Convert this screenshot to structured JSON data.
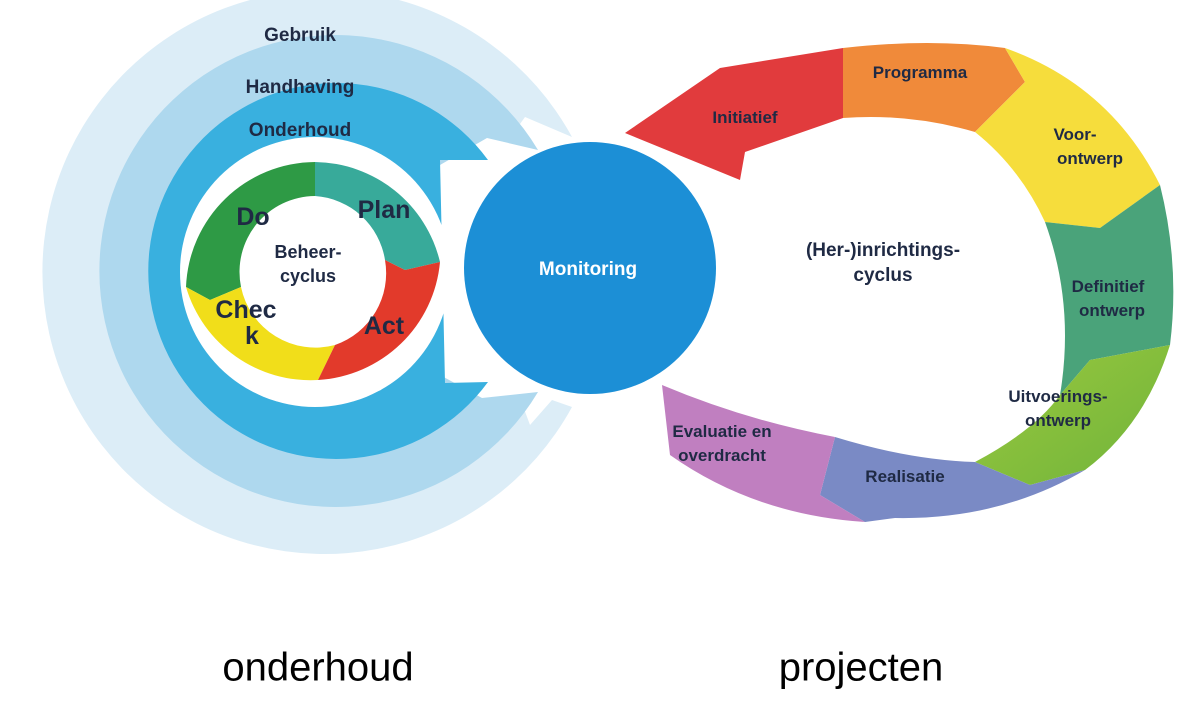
{
  "left_cycle": {
    "rings": [
      "Gebruik",
      "Handhaving",
      "Onderhoud"
    ],
    "quadrants": {
      "do": "Do",
      "plan": "Plan",
      "check_line1": "Chec",
      "check_line2": "k",
      "act": "Act"
    },
    "center_line1": "Beheer-",
    "center_line2": "cyclus"
  },
  "monitoring": "Monitoring",
  "right_cycle": {
    "center_line1": "(Her-)inrichtings-",
    "center_line2": "cyclus",
    "phases": {
      "initiatief": "Initiatief",
      "programma": "Programma",
      "voorontwerp_line1": "Voor-",
      "voorontwerp_line2": "ontwerp",
      "definitief_line1": "Definitief",
      "definitief_line2": "ontwerp",
      "uitvoering_line1": "Uitvoerings-",
      "uitvoering_line2": "ontwerp",
      "realisatie": "Realisatie",
      "evaluatie_line1": "Evaluatie en",
      "evaluatie_line2": "overdracht"
    }
  },
  "captions": {
    "left": "onderhoud",
    "right": "projecten"
  },
  "colors": {
    "ring_gebruik": "#dcedf7",
    "ring_handhaving": "#aed8ee",
    "ring_onderhoud": "#39b0df",
    "monitoring": "#1c8fd6",
    "do": "#2e9a45",
    "plan": "#38aa9a",
    "check": "#f1de1a",
    "act": "#e23a2b",
    "initiatief": "#e13b3d",
    "programma": "#f08a3a",
    "voorontwerp": "#f6dd3c",
    "definitief": "#4aa37a",
    "uitvoering": "#86bf3c",
    "realisatie": "#7a8ac5",
    "evaluatie": "#c07fc0"
  }
}
